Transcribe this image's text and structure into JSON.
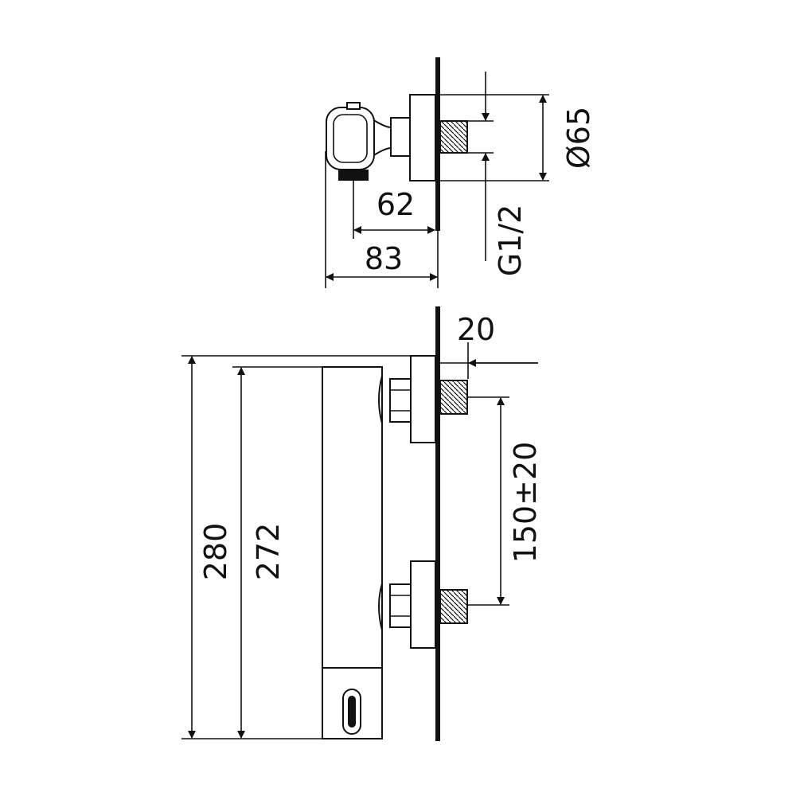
{
  "drawing": {
    "side_view": {
      "depth_outer": "83",
      "depth_inner": "62",
      "flange_diameter": "Ø65",
      "thread": "G1/2"
    },
    "front_view": {
      "height_total": "280",
      "height_body": "272",
      "inlet_spacing": "150±20",
      "thread_length": "20"
    },
    "colors": {
      "line": "#111111",
      "background": "#ffffff"
    }
  }
}
